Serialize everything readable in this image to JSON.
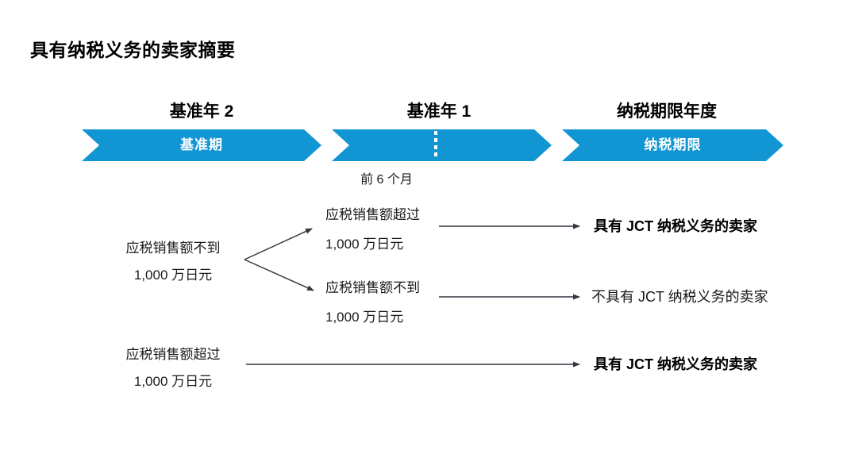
{
  "title": "具有纳税义务的卖家摘要",
  "colors": {
    "accent_blue": "#1296D3",
    "arrow": "#333740",
    "text": "#1A1A1A"
  },
  "timeline": {
    "years": [
      {
        "label": "基准年 2"
      },
      {
        "label": "基准年 1"
      },
      {
        "label": "纳税期限年度"
      }
    ],
    "bars": [
      {
        "label": "基准期"
      },
      {
        "label": "纳税期限"
      }
    ],
    "first_six_months_label": "前 6 个月"
  },
  "flow": {
    "base_year2_under": {
      "line1": "应税销售额不到",
      "line2": "1,000 万日元"
    },
    "base_year1_over": {
      "line1": "应税销售额超过",
      "line2": "1,000 万日元"
    },
    "base_year1_under": {
      "line1": "应税销售额不到",
      "line2": "1,000 万日元"
    },
    "base_year2_over": {
      "line1": "应税销售额超过",
      "line2": "1,000 万日元"
    },
    "outcomes": [
      {
        "label": "具有 JCT 纳税义务的卖家",
        "emphasis": "bold"
      },
      {
        "label": "不具有 JCT 纳税义务的卖家",
        "emphasis": "normal"
      },
      {
        "label": "具有 JCT 纳税义务的卖家",
        "emphasis": "bold"
      }
    ]
  }
}
